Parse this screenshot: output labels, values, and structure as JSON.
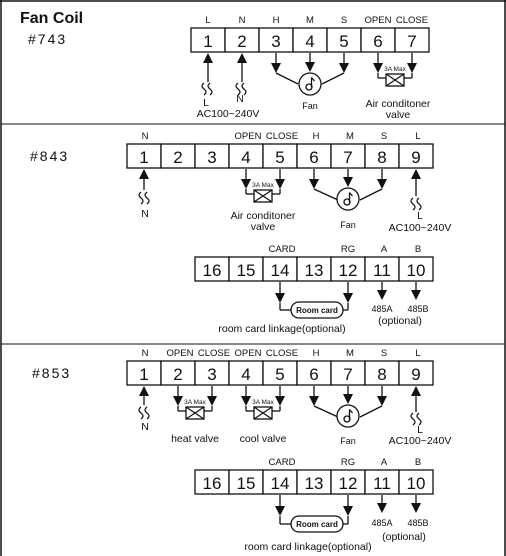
{
  "title": "Fan Coil",
  "sections": [
    {
      "model": "#743",
      "upper_labels": [
        "L",
        "N",
        "H",
        "M",
        "S",
        "OPEN",
        "CLOSE"
      ],
      "terminals": [
        "1",
        "2",
        "3",
        "4",
        "5",
        "6",
        "7"
      ],
      "annotations": {
        "l": "L",
        "n": "N",
        "supply": "AC100~240V",
        "fan": "Fan",
        "valve_rating": "3A Max",
        "valve_l1": "Air conditoner",
        "valve_l2": "valve"
      }
    },
    {
      "model": "#843",
      "upper_labels": [
        "N",
        "OPEN",
        "CLOSE",
        "H",
        "M",
        "S",
        "L"
      ],
      "terminals": [
        "1",
        "2",
        "3",
        "4",
        "5",
        "6",
        "7",
        "8",
        "9"
      ],
      "annotations": {
        "n": "N",
        "l": "L",
        "supply": "AC100~240V",
        "fan": "Fan",
        "valve_rating": "3A Max",
        "valve_l1": "Air conditoner",
        "valve_l2": "valve"
      },
      "lower_labels": [
        "CARD",
        "RG",
        "A",
        "B"
      ],
      "lower_terminals": [
        "16",
        "15",
        "14",
        "13",
        "12",
        "11",
        "10"
      ],
      "lower_annotations": {
        "room_card": "Room card",
        "a485": "485A",
        "b485": "485B",
        "optional": "(optional)",
        "linkage": "room card linkage(optional)"
      }
    },
    {
      "model": "#853",
      "upper_labels": [
        "N",
        "OPEN",
        "CLOSE",
        "OPEN",
        "CLOSE",
        "H",
        "M",
        "S",
        "L"
      ],
      "terminals": [
        "1",
        "2",
        "3",
        "4",
        "5",
        "6",
        "7",
        "8",
        "9"
      ],
      "annotations": {
        "n": "N",
        "l": "L",
        "supply": "AC100~240V",
        "fan": "Fan",
        "valve_rating": "3A Max",
        "heat": "heat  valve",
        "cool": "cool  valve"
      },
      "lower_labels": [
        "CARD",
        "RG",
        "A",
        "B"
      ],
      "lower_terminals": [
        "16",
        "15",
        "14",
        "13",
        "12",
        "11",
        "10"
      ],
      "lower_annotations": {
        "room_card": "Room card",
        "a485": "485A",
        "b485": "485B",
        "optional": "(optional)",
        "linkage": "room card linkage(optional)"
      }
    }
  ]
}
